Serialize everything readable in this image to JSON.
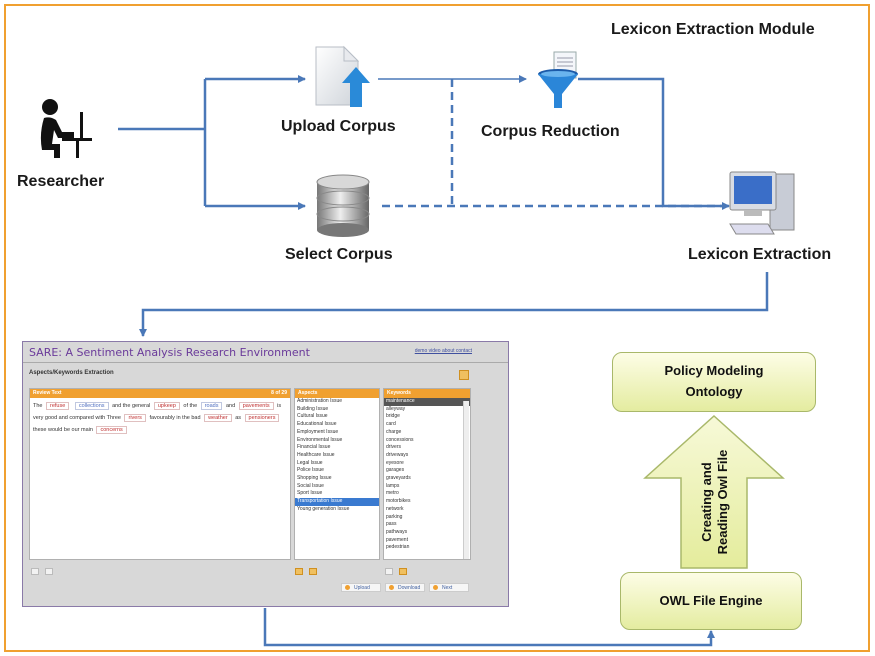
{
  "module_title": "Lexicon Extraction Module",
  "nodes": {
    "researcher": "Researcher",
    "upload_corpus": "Upload Corpus",
    "select_corpus": "Select Corpus",
    "corpus_reduction": "Corpus Reduction",
    "lexicon_extraction": "Lexicon Extraction",
    "policy_modeling_line1": "Policy Modeling",
    "policy_modeling_line2": "Ontology",
    "owl_file_engine": "OWL File Engine",
    "arrow_label": "Creating and Reading Owl File"
  },
  "sare": {
    "title": "SARE: A Sentiment Analysis Research Environment",
    "links": "demo  video  about  contact",
    "subtitle": "Aspects/Keywords Extraction",
    "review_panel": {
      "header": "Review Text",
      "count": "8 of 29"
    },
    "review_words": {
      "w1": "The",
      "k1": "refuse",
      "k2": "collections",
      "w2": "and the general",
      "k3": "upkeep",
      "w3": "of the",
      "k4": "roads",
      "w4": "and",
      "k5": "pavements",
      "w5": "is",
      "w6": "very good and compared with Three",
      "k6": "rivers",
      "w7": "favourably in the bad",
      "k7": "weather",
      "w8": "as",
      "k8": "pensioners",
      "w9": "these would be our main",
      "k9": "concerns"
    },
    "aspects_header": "Aspects",
    "aspects": [
      "Administration Issue",
      "Building Issue",
      "Cultural Issue",
      "Educational Issue",
      "Employment Issue",
      "Environmental Issue",
      "Financial Issue",
      "Healthcare Issue",
      "Legal Issue",
      "Police Issue",
      "Shopping Issue",
      "Social Issue",
      "Sport Issue",
      "Transportation Issue",
      "Young generation Issue"
    ],
    "keywords_header": "Keywords",
    "keywords": [
      "maintenance",
      "alleyway",
      "bridge",
      "card",
      "charge",
      "concessions",
      "drivers",
      "driveways",
      "eyesore",
      "garages",
      "graveyards",
      "lamps",
      "metro",
      "motorbikes",
      "network",
      "parking",
      "pass",
      "pathways",
      "pavement",
      "pedestrian"
    ],
    "buttons": {
      "upload": "Upload",
      "download": "Download",
      "next": "Next"
    }
  }
}
